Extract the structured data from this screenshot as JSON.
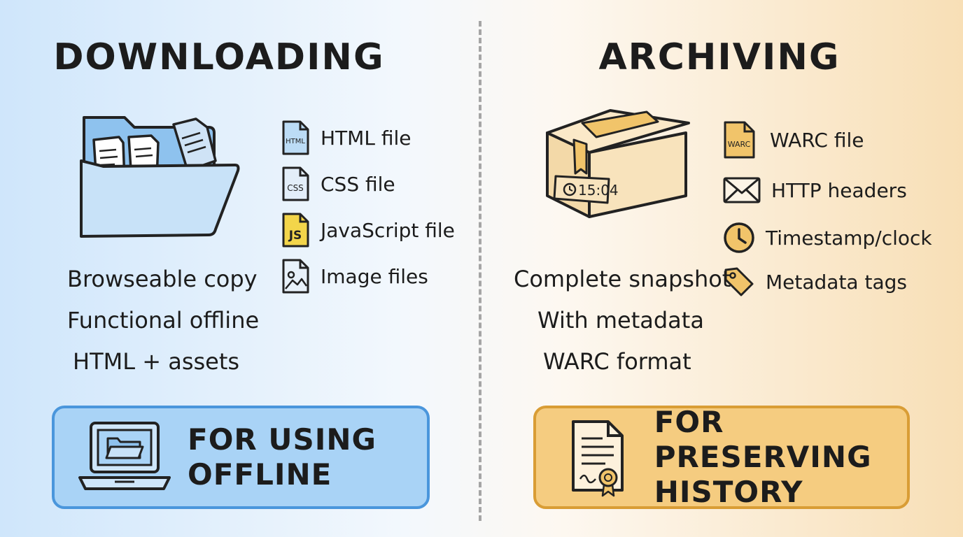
{
  "left": {
    "title": "DOWNLOADING",
    "files": [
      {
        "icon": "html-file-icon",
        "badge": "HTML",
        "label": "HTML file"
      },
      {
        "icon": "css-file-icon",
        "badge": "CSS",
        "label": "CSS file"
      },
      {
        "icon": "js-file-icon",
        "badge": "JS",
        "label": "JavaScript file"
      },
      {
        "icon": "image-file-icon",
        "badge": "",
        "label": "Image files"
      }
    ],
    "description": [
      "Browseable copy",
      "Functional offline",
      "HTML + assets"
    ],
    "callout": {
      "line1": "FOR USING",
      "line2": "OFFLINE"
    },
    "accent": "#4a96dc"
  },
  "right": {
    "title": "ARCHIVING",
    "box_time": "15:04",
    "items": [
      {
        "icon": "warc-file-icon",
        "badge": "WARC",
        "label": "WARC file"
      },
      {
        "icon": "envelope-icon",
        "badge": "",
        "label": "HTTP headers"
      },
      {
        "icon": "clock-icon",
        "badge": "",
        "label": "Timestamp/clock"
      },
      {
        "icon": "tag-icon",
        "badge": "",
        "label": "Metadata tags"
      }
    ],
    "description": [
      "Complete snapshot",
      "With metadata",
      "WARC format"
    ],
    "callout": {
      "line1": "FOR PRESERVING",
      "line2": "HISTORY"
    },
    "accent": "#d99d35"
  }
}
